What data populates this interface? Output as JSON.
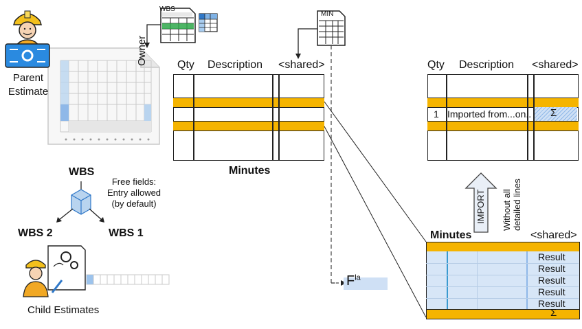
{
  "parent": {
    "label_line1": "Parent",
    "label_line2": "Estimate"
  },
  "owner_label": "Owner",
  "wbs_icon_label": "WBS",
  "min_icon_label": "MIN",
  "middle_table": {
    "headers": {
      "qty": "Qty",
      "description": "Description",
      "shared": "<shared>"
    },
    "caption": "Minutes"
  },
  "right_table": {
    "headers": {
      "qty": "Qty",
      "description": "Description",
      "shared": "<shared>"
    },
    "row_qty": "1",
    "row_description": "Imported from...on..",
    "row_sum": "Σ"
  },
  "import": {
    "label": "IMPORT",
    "note_line1": "Without all",
    "note_line2": "detailed lines"
  },
  "minutes_table": {
    "title": "Minutes",
    "shared": "<shared>",
    "results": [
      "Result",
      "Result",
      "Result",
      "Result",
      "Result"
    ],
    "sum": "Σ"
  },
  "formula": {
    "base": "F",
    "sup": "la"
  },
  "wbs_tree": {
    "root": "WBS",
    "free_fields_line1": "Free fields:",
    "free_fields_line2": "Entry allowed",
    "free_fields_line3": "(by default)",
    "left": "WBS 2",
    "right": "WBS 1"
  },
  "child": {
    "label": "Child Estimates"
  },
  "colors": {
    "band": "#f5b400",
    "blue_light": "#cfe0f5",
    "blue_mid": "#9cc3ec",
    "border": "#222222"
  }
}
